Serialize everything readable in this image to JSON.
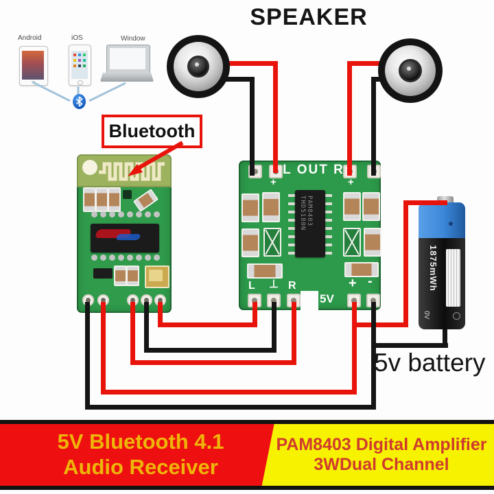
{
  "title": "SPEAKER",
  "devices": {
    "android": "Android",
    "ios": "iOS",
    "windows": "Window"
  },
  "callout": {
    "label": "Bluetooth"
  },
  "amp": {
    "out_label": "L OUT R",
    "plus_left": "+",
    "plus_right": "+",
    "pin_l": "L",
    "pin_gnd": "⊥",
    "pin_r": "R",
    "pin_5v": "5V",
    "pin_plus": "+",
    "pin_minus": "-",
    "ic_line1": "PAM8403",
    "ic_line2": "THD5180N"
  },
  "battery": {
    "capacity": "1875mWh",
    "voltage": "0V",
    "callout": "5v battery"
  },
  "banner": {
    "left_line1": "5V Bluetooth 4.1",
    "left_line2": "Audio Receiver",
    "right_line1": "PAM8403 Digital Amplifier",
    "right_line2": "3WDual Channel"
  },
  "colors": {
    "wire_red": "#e8140c",
    "wire_black": "#151515",
    "pcb_green": "#2f9b4b",
    "antenna_green": "#9cb25f",
    "banner_red": "#ee1010",
    "banner_yellow": "#f7f200",
    "banner_gold_text": "#eeb609",
    "banner_red_text": "#cf3b2e",
    "battery_blue": "#3b86d8"
  }
}
